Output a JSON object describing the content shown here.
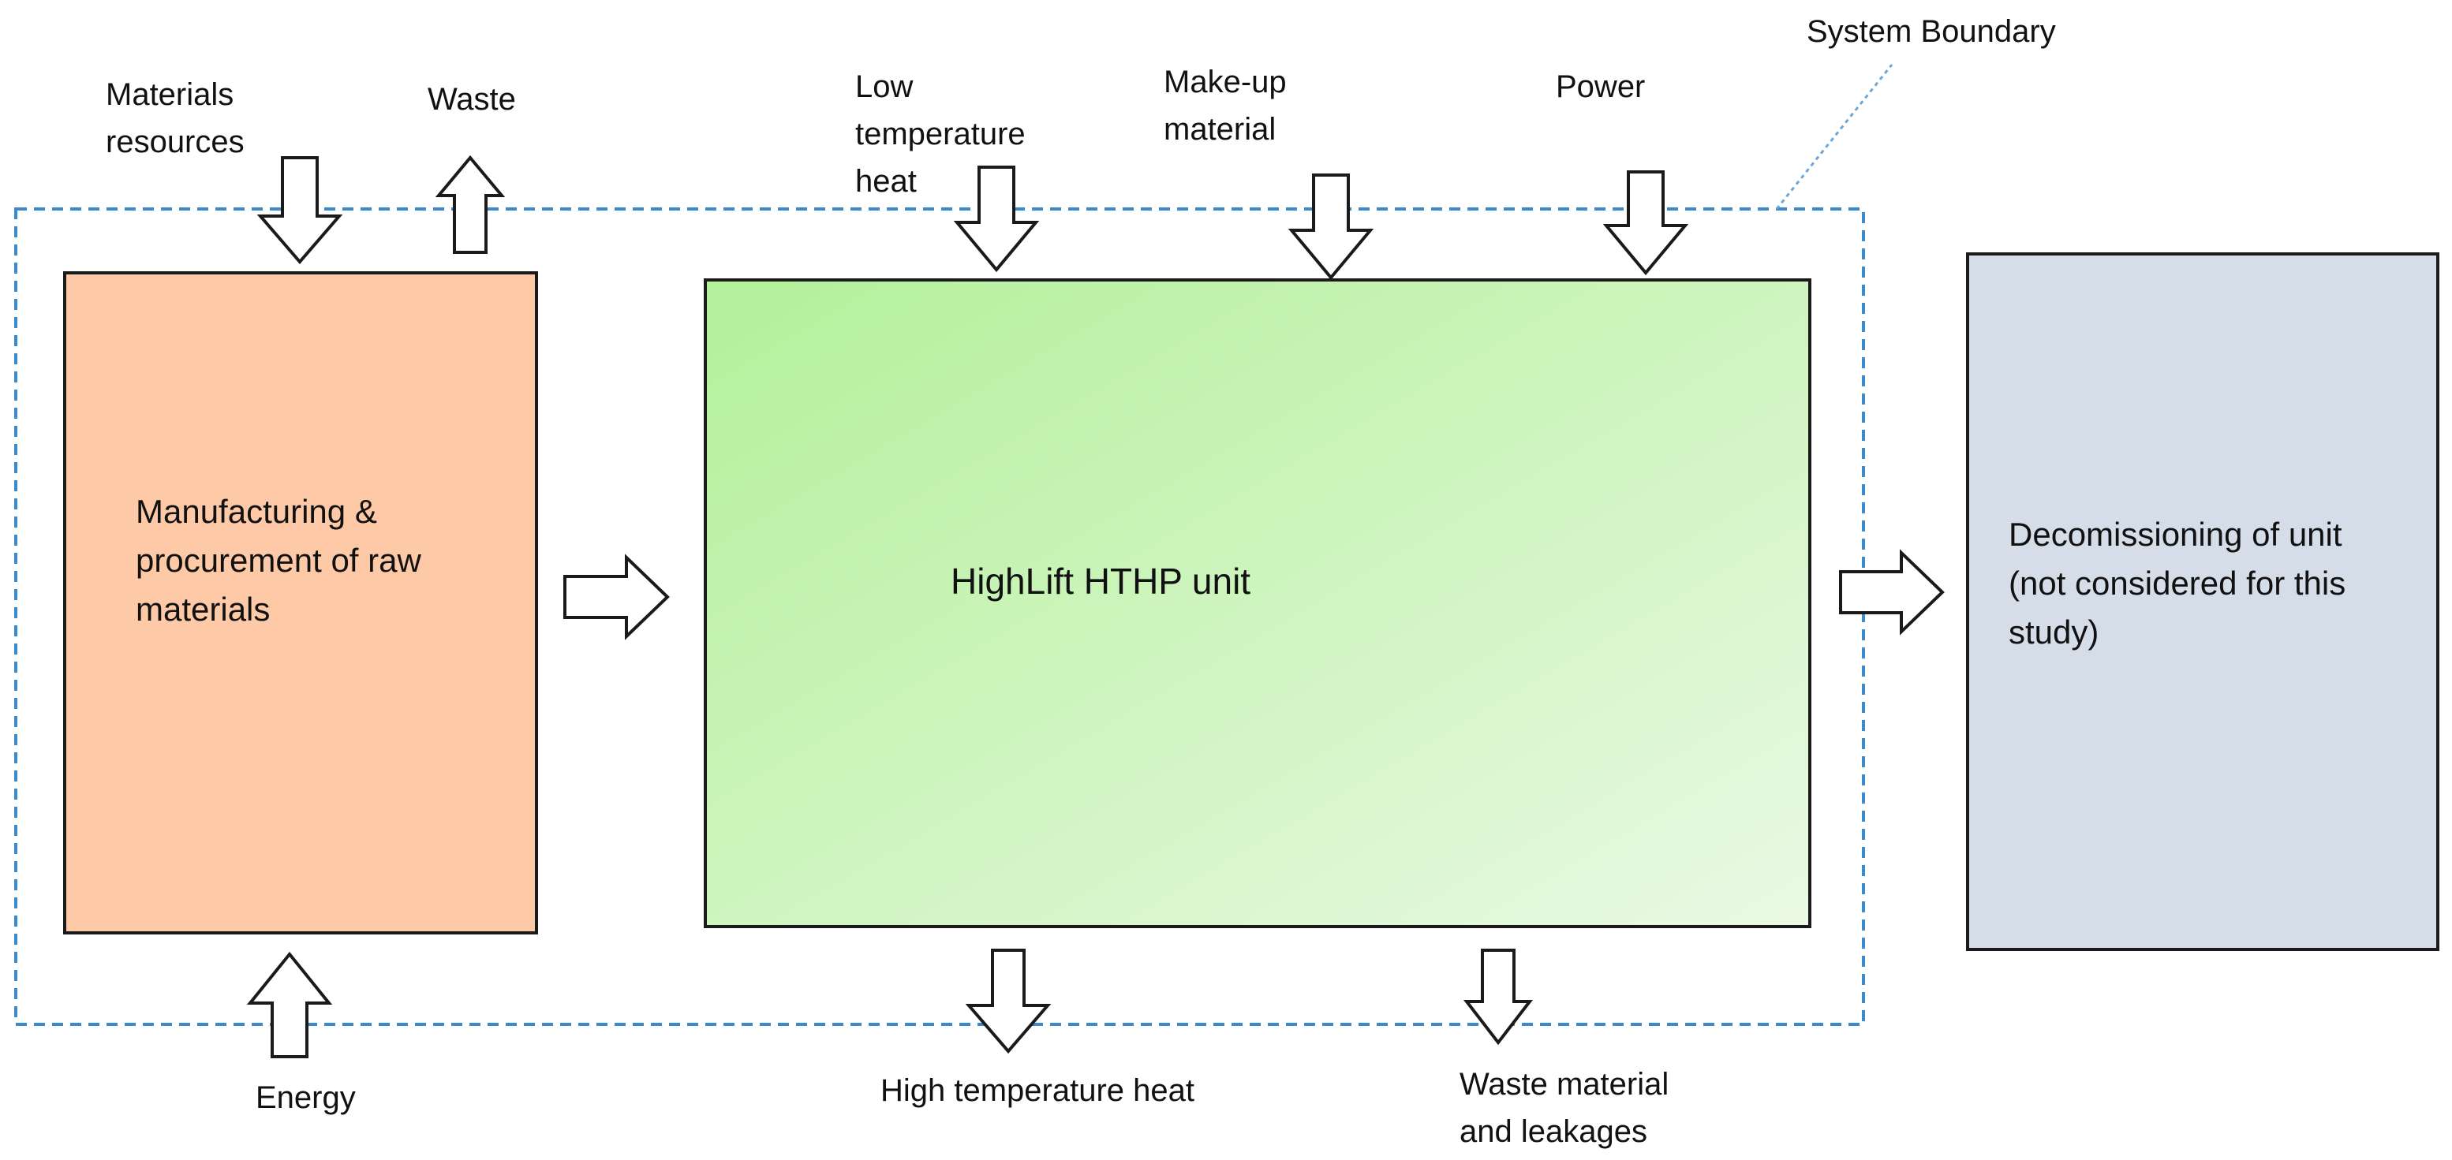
{
  "colors": {
    "manufacturing_fill": "#FDC9A7",
    "unit_gradient_start": "#B3F09A",
    "unit_gradient_end": "#EAF9E4",
    "decommissioning_fill": "#D5DEE8",
    "boundary_stroke": "#3C8ACB",
    "box_stroke": "#1A1A1A",
    "arrow_stroke": "#1A1A1A"
  },
  "boundary_label": "System Boundary",
  "boxes": {
    "manufacturing": "Manufacturing &\nprocurement of raw\nmaterials",
    "unit": "HighLift HTHP unit",
    "decommissioning": "Decomissioning of unit\n(not considered for this\nstudy)"
  },
  "flows": {
    "materials_resources": "Materials\nresources",
    "waste": "Waste",
    "energy": "Energy",
    "low_temperature_heat": "Low\ntemperature\nheat",
    "make_up_material": "Make-up\nmaterial",
    "power": "Power",
    "high_temperature_heat": "High temperature heat",
    "waste_material_leakages": "Waste material\nand leakages"
  }
}
